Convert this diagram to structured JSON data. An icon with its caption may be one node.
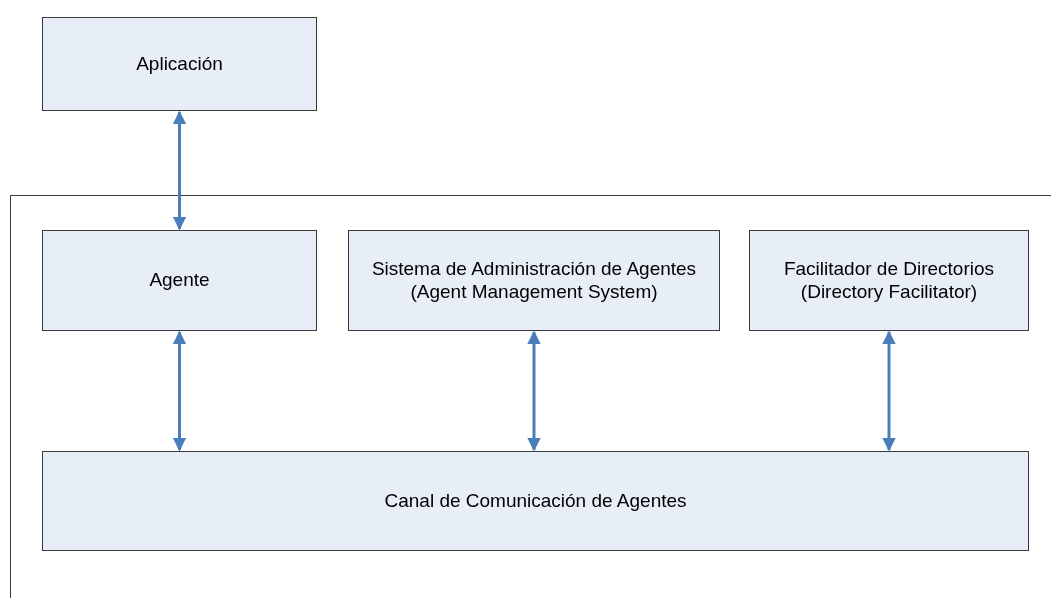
{
  "diagram": {
    "nodes": [
      {
        "text": [
          "Aplicación"
        ]
      },
      {
        "text": [],
        "shape": "box"
      },
      {
        "text": [
          "Agente"
        ],
        "in": 1
      },
      {
        "text": [
          "Sistema de Administración de Agentes",
          "(Agent Management System)"
        ],
        "in": 1
      },
      {
        "text": [
          "Facilitador de Directorios",
          "(Directory Facilitator)"
        ],
        "in": 1
      },
      {
        "text": [
          "Canal de Comunicación de Agentes"
        ],
        "in": 1
      }
    ],
    "edges": [
      {
        "from": 0,
        "to": 2,
        "arrow": "both"
      },
      {
        "from": 2,
        "to": 5,
        "arrow": "both"
      },
      {
        "from": 3,
        "to": 5,
        "arrow": "both"
      },
      {
        "from": 4,
        "to": 5,
        "arrow": "both"
      }
    ]
  }
}
